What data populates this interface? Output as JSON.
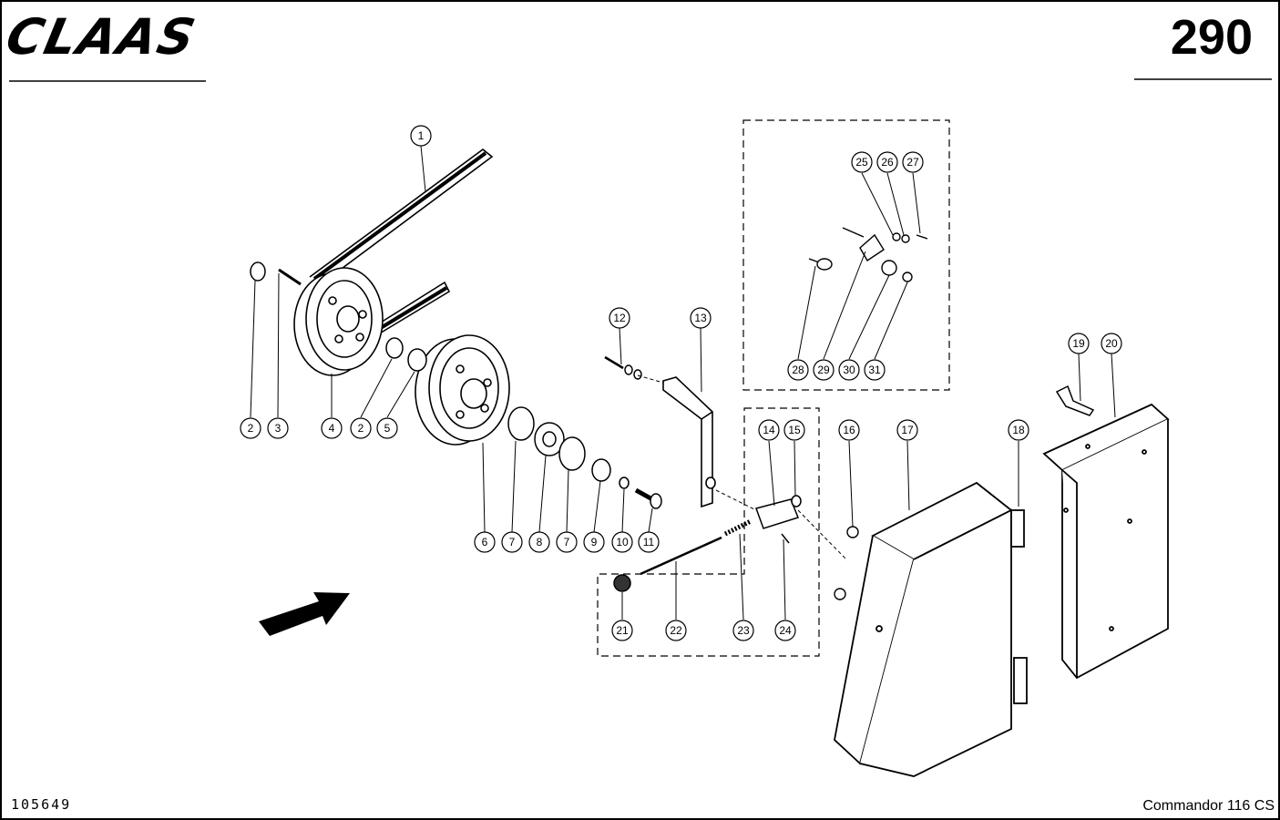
{
  "header": {
    "brand": "CLAAS",
    "page_number": "290"
  },
  "footer": {
    "reference_number": "105649",
    "model": "Commandor 116 CS"
  },
  "callouts": {
    "c1": "1",
    "c2a": "2",
    "c3": "3",
    "c4": "4",
    "c2b": "2",
    "c5": "5",
    "c6": "6",
    "c7a": "7",
    "c8": "8",
    "c7b": "7",
    "c9": "9",
    "c10": "10",
    "c11": "11",
    "c12": "12",
    "c13": "13",
    "c14": "14",
    "c15": "15",
    "c16": "16",
    "c17": "17",
    "c18": "18",
    "c19": "19",
    "c20": "20",
    "c21": "21",
    "c22": "22",
    "c23": "23",
    "c24": "24",
    "c25": "25",
    "c26": "26",
    "c27": "27",
    "c28": "28",
    "c29": "29",
    "c30": "30",
    "c31": "31"
  }
}
